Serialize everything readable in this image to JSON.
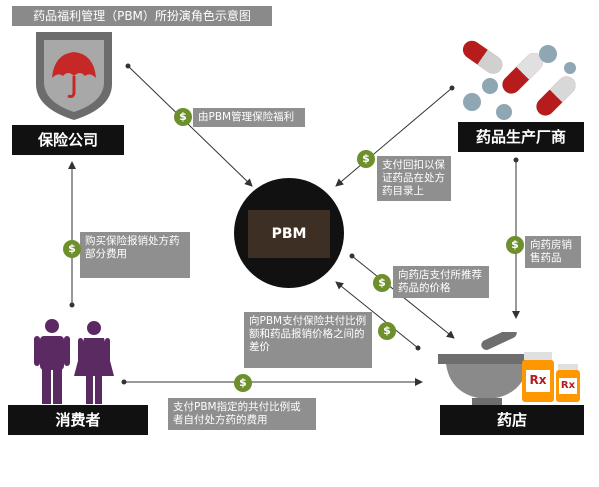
{
  "title": "药品福利管理（PBM）所扮演角色示意图",
  "nodes": {
    "insurer": "保险公司",
    "manufacturer": "药品生产厂商",
    "consumer": "消费者",
    "pharmacy": "药店",
    "pbm": "PBM"
  },
  "annotations": {
    "insurer_to_pbm": "由PBM管理保险福利",
    "manufacturer_to_pbm": "支付回扣以保证药品在处方药目录上",
    "consumer_to_insurer": "购买保险报销处方药部分费用",
    "manufacturer_to_pharmacy": "向药房销售药品",
    "pbm_to_pharmacy": "向药店支付所推荐药品的价格",
    "pharmacy_to_pbm": "向PBM支付保险共付比例额和药品报销价格之间的差价",
    "consumer_to_pharmacy": "支付PBM指定的共付比例或者自付处方药的费用"
  },
  "rx_label": "Rx",
  "dollar_symbol": "$"
}
